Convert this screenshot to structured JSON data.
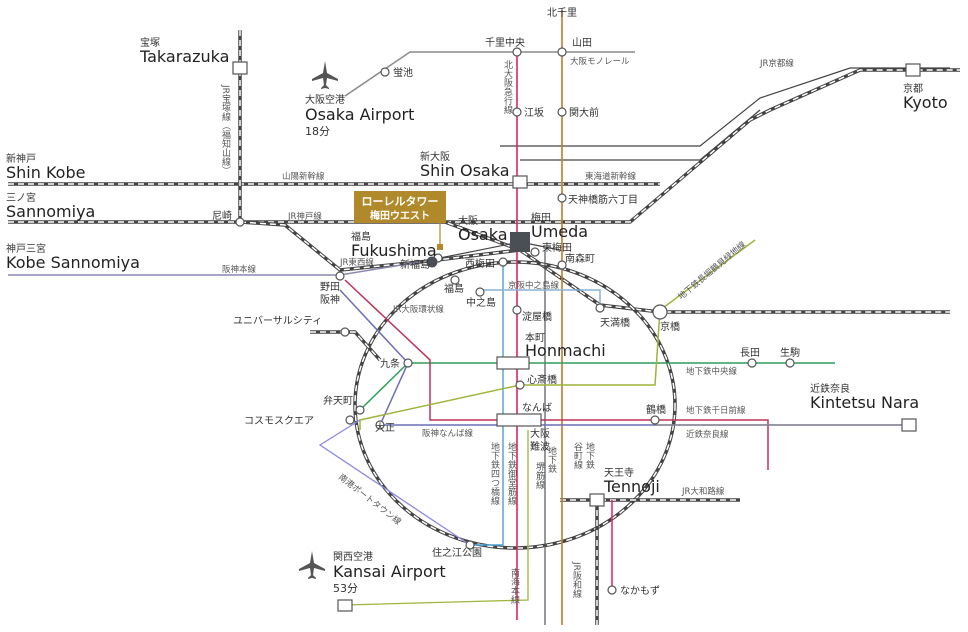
{
  "colors": {
    "jr": "#444444",
    "shinkansen": "#444444",
    "loop": "#444444",
    "midosuji": "#e0245e",
    "yotsubashi": "#4a9fd6",
    "tanimachi": "#7d3e2f",
    "sakaisuji": "#7d3e2f",
    "chuo": "#2e9e5b",
    "sennichimae": "#c0305a",
    "nagahori": "#9cb53a",
    "nanko": "#7b7bd0",
    "monorail": "#777777",
    "kitaosaka": "#e0245e",
    "hanshin": "#8888aa",
    "keihan": "#6aa0c8",
    "callout": "#b08a2a"
  },
  "callout": {
    "line1": "ローレルタワー",
    "line2": "梅田ウエスト"
  },
  "places": {
    "kitasenri": "北千里",
    "senrichuo": "千里中央",
    "yamada": "山田",
    "takarazuka_jp": "宝塚",
    "takarazuka_en": "Takarazuka",
    "hotarugaike": "蛍池",
    "airport_jp": "大阪空港",
    "airport_en": "Osaka Airport",
    "airport_time": "18分",
    "esaka": "江坂",
    "kandaimae": "関大前",
    "kyoto_jp": "京都",
    "kyoto_en": "Kyoto",
    "shinkobe_jp": "新神戸",
    "shinkobe_en": "Shin Kobe",
    "shinosaka_jp": "新大阪",
    "shinosaka_en": "Shin Osaka",
    "sannomiya_jp": "三ノ宮",
    "sannomiya_en": "Sannomiya",
    "amagasaki": "尼崎",
    "tenjin": "天神橋筋六丁目",
    "kobesannomiya_jp": "神戸三宮",
    "kobesannomiya_en": "Kobe Sannomiya",
    "fukushima_jp": "福島",
    "fukushima_en": "Fukushima",
    "osaka_jp": "大阪",
    "osaka_en": "Osaka",
    "umeda_jp": "梅田",
    "umeda_en": "Umeda",
    "higashiumeda": "東梅田",
    "shinfukushima": "新福島",
    "nishiumeda": "西梅田",
    "minamimorimachi": "南森町",
    "noda": "野田",
    "hanshin_st": "阪神",
    "fukushima2": "福島",
    "nakanoshima": "中之島",
    "yodoyabashi": "淀屋橋",
    "tenmabashi": "天満橋",
    "kyobashi": "京橋",
    "usj": "ユニバーサルシティ",
    "honmachi_jp": "本町",
    "honmachi_en": "Honmachi",
    "nagata": "長田",
    "ikoma": "生駒",
    "kujo": "九条",
    "shinsaibashi": "心斎橋",
    "bentencho": "弁天町",
    "namba": "なんば",
    "osakananba1": "大阪",
    "osakananba2": "難波",
    "tsuruhashi": "鶴橋",
    "kintetsunara_jp": "近鉄奈良",
    "kintetsunara_en": "Kintetsu Nara",
    "cosmosquare": "コスモスクエア",
    "taisho": "大正",
    "tennoji_jp": "天王寺",
    "tennoji_en": "Tennoji",
    "suminoekoen": "住之江公園",
    "kix_jp": "関西空港",
    "kix_en": "Kansai Airport",
    "kix_time": "53分",
    "nakamozu": "なかもず"
  },
  "lines": {
    "monorail": "大阪モノレール",
    "jr_kyoto": "JR京都線",
    "jr_takarazuka": "JR宝塚線（福知山線）",
    "sanyo_shinkansen": "山陽新幹線",
    "tokaido_shinkansen": "東海道新幹線",
    "kitaosaka": "北大阪急行線",
    "jr_kobe": "JR神戸線",
    "jr_tozai": "JR東西線",
    "hanshin_main": "阪神本線",
    "nagahori": "地下鉄長堀鶴見緑地線",
    "keihan_nakanoshima": "京阪中之島線",
    "loop": "JR大阪環状線",
    "chuo": "地下鉄中央線",
    "sennichimae": "地下鉄千日前線",
    "hanshin_namba": "阪神なんば線",
    "kintetsu_nara": "近鉄奈良線",
    "nanko": "南港ポートタウン線",
    "yotsubashi": "地下鉄四つ橋線",
    "midosuji": "地下鉄御堂筋線",
    "sakaisuji": "堺筋線",
    "sakaisuji2": "地下鉄",
    "tanimachi": "谷町線",
    "tanimachi2": "地下鉄",
    "jr_yamatoji": "JR大和路線",
    "nankai": "南海本線",
    "jr_hanwa": "JR阪和線"
  }
}
